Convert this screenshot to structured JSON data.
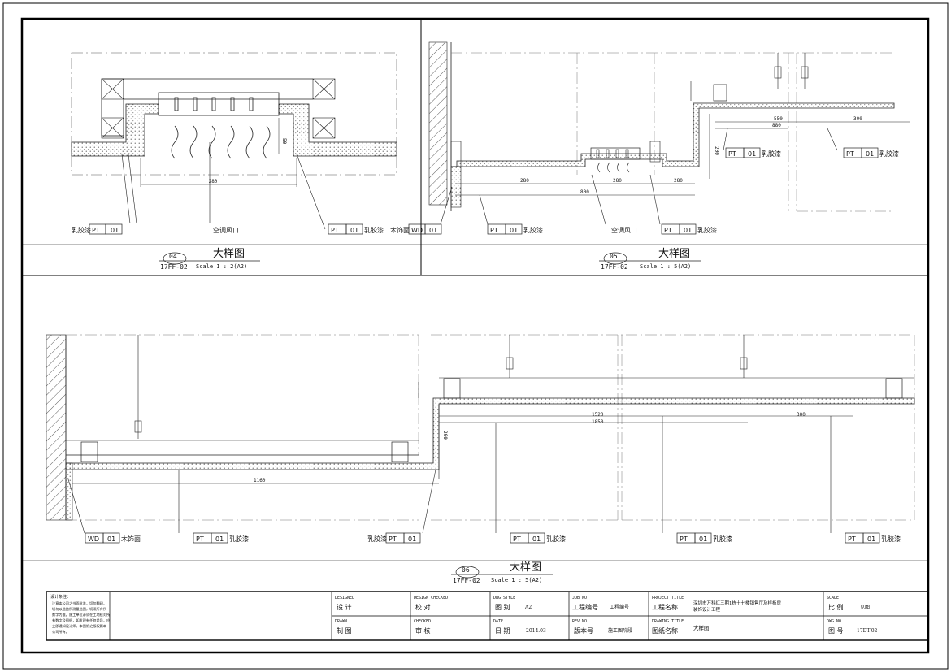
{
  "details": [
    {
      "id": "04",
      "sheet": "17FF-02",
      "title": "大样图",
      "scale": "Scale 1 : 2(A2)",
      "labels": {
        "left_tag": "乳胶漆",
        "left_code": "PT",
        "left_num": "01",
        "center": "空调风口",
        "right_code": "PT",
        "right_num": "01",
        "right_tag": "乳胶漆"
      },
      "dims": {
        "width": "280",
        "height": "50"
      }
    },
    {
      "id": "05",
      "sheet": "17FF-02",
      "title": "大样图",
      "scale": "Scale 1 : 5(A2)",
      "labels": {
        "wd_tag": "木饰面",
        "wd_code": "WD",
        "wd_num": "01",
        "pt1_code": "PT",
        "pt1_num": "01",
        "pt1_tag": "乳胶漆",
        "center": "空调风口",
        "pt2_code": "PT",
        "pt2_num": "01",
        "pt2_tag": "乳胶漆",
        "pt3_code": "PT",
        "pt3_num": "01",
        "pt3_tag": "乳胶漆",
        "pt4_code": "PT",
        "pt4_num": "01",
        "pt4_tag": "乳胶漆"
      },
      "dims": {
        "d280a": "280",
        "d800": "800",
        "d280b": "280",
        "d280c": "280",
        "d200": "200",
        "d550": "550",
        "d880": "880",
        "d300": "300"
      }
    },
    {
      "id": "06",
      "sheet": "17FF-02",
      "title": "大样图",
      "scale": "Scale 1 : 5(A2)",
      "labels": {
        "wd_code": "WD",
        "wd_num": "01",
        "wd_tag": "木饰面",
        "pt1_code": "PT",
        "pt1_num": "01",
        "pt1_tag": "乳胶漆",
        "pt2_tag": "乳胶漆",
        "pt2_code": "PT",
        "pt2_num": "01",
        "pt3_code": "PT",
        "pt3_num": "01",
        "pt3_tag": "乳胶漆",
        "pt4_code": "PT",
        "pt4_num": "01",
        "pt4_tag": "乳胶漆",
        "pt5_code": "PT",
        "pt5_num": "01",
        "pt5_tag": "乳胶漆"
      },
      "dims": {
        "d1160": "1160",
        "d200": "200",
        "d1520": "1520",
        "d1850": "1850",
        "d300": "300"
      }
    }
  ],
  "title_block": {
    "notes_title": "设计条注：",
    "notes_lines": [
      "注意本公司之书面批准，切勿翻印，",
      "切勿以此比例测量此图，切须所有所",
      "数字为准。施工单位必须在工地核对所",
      "有数字及图纸，如发现有任何差异，应",
      "立即通知设计师。本图纸之版权属本",
      "公司所有。"
    ],
    "designed_label": "DESIGNED",
    "designed_cn": "设    计",
    "design_checked_label": "DESIGN CHECKED",
    "design_checked_cn": "校    对",
    "dwg_style_label": "DWG.STYLE",
    "dwg_style_cn": "图    别",
    "dwg_style_val": "A2",
    "job_label": "JOB NO.",
    "job_cn": "工程编号",
    "job_val": "工程编号",
    "project_label": "PROJECT TITLE",
    "project_cn": "工程名称",
    "project_val_1": "深圳市万科红三期1栋十七楼销售厅及样板房",
    "project_val_2": "装饰设计工程",
    "scale_label": "SCALE",
    "scale_cn": "比    例",
    "scale_val": "见图",
    "drawn_label": "DRAWN",
    "drawn_cn": "制    图",
    "checked_label": "CHECKED",
    "checked_cn": "审    核",
    "date_label": "DATE",
    "date_cn": "日    期",
    "date_val": "2014.03",
    "rev_label": "REV.NO.",
    "rev_cn": "版本号",
    "rev_val": "施工图阶段",
    "drawing_label": "DRAWING TITLE",
    "drawing_cn": "图纸名称",
    "drawing_val": "大样图",
    "dwgno_label": "DWG.NO.",
    "dwgno_cn": "图    号",
    "dwgno_val": "17DT-02"
  }
}
